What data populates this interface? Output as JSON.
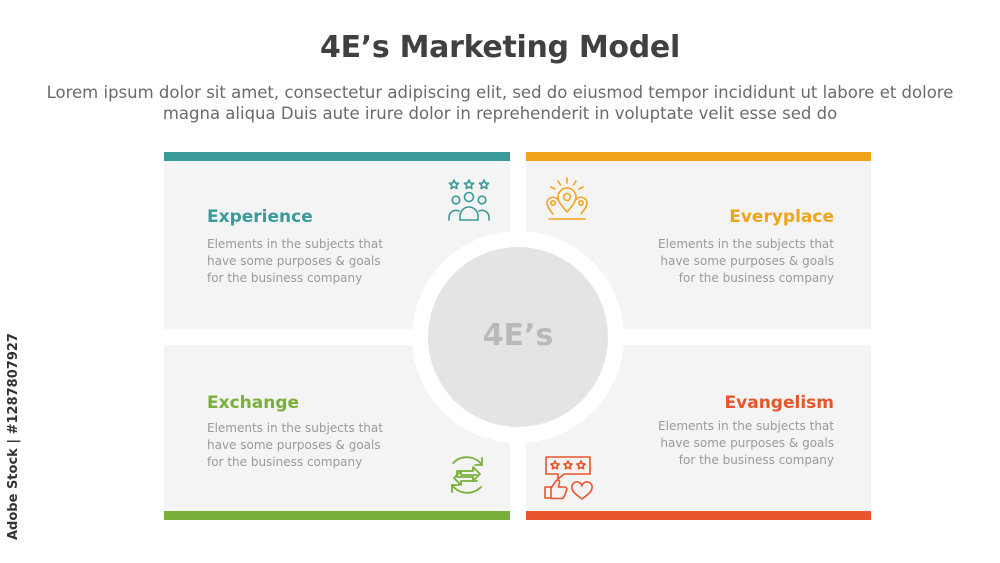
{
  "title": "4E’s Marketing Model",
  "subtitle": "Lorem ipsum dolor sit amet, consectetur adipiscing elit, sed do eiusmod tempor incididunt ut labore et dolore magna aliqua Duis aute irure dolor in reprehenderit in voluptate velit esse sed do",
  "center_label": "4E’s",
  "colors": {
    "experience": "#3a9a9a",
    "everyplace": "#f0a41c",
    "exchange": "#7ab03a",
    "evangelism": "#e8552a",
    "panel": "#f4f4f4",
    "circle": "#e4e4e4"
  },
  "quadrants": [
    {
      "key": "experience",
      "heading": "Experience",
      "lines": [
        "Elements in the subjects that",
        "have  some purposes & goals",
        "for the  business company"
      ],
      "icon": "people-rating-icon"
    },
    {
      "key": "everyplace",
      "heading": "Everyplace",
      "lines": [
        "Elements in the subjects that",
        "have  some purposes & goals",
        "for the  business company"
      ],
      "icon": "location-pins-icon"
    },
    {
      "key": "exchange",
      "heading": "Exchange",
      "lines": [
        "Elements in the subjects that",
        "have  some purposes & goals",
        "for the  business company"
      ],
      "icon": "exchange-arrows-icon"
    },
    {
      "key": "evangelism",
      "heading": "Evangelism",
      "lines": [
        "Elements in the subjects that",
        "have  some purposes & goals",
        "for the  business company"
      ],
      "icon": "review-like-icon"
    }
  ],
  "side_credit": "Adobe Stock | #1287807927"
}
